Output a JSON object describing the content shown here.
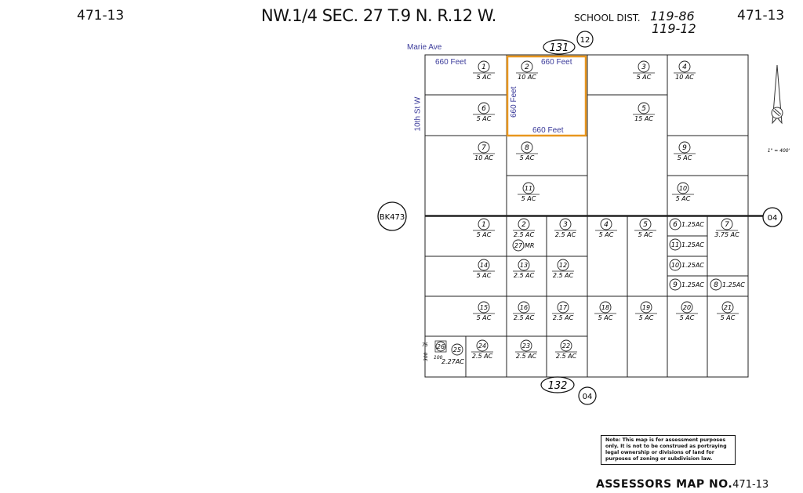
{
  "header": {
    "map_id_left": "471-13",
    "title": "NW.1/4 SEC. 27 T.9 N. R.12 W.",
    "school_dist_label": "SCHOOL DIST.",
    "school_dist_values": [
      "119-86",
      "119-12"
    ],
    "map_id_right": "471-13"
  },
  "labels": {
    "street_top": "Marie Ave",
    "street_left": "10th St W",
    "feet_top_left": "660 Feet",
    "feet_top_highlight": "660 Feet",
    "feet_side_highlight": "660 Feet",
    "feet_bottom_highlight": "660 Feet",
    "book_ref": "BK473",
    "ref_top_oval": "131",
    "ref_top_circle": "12",
    "ref_right_circle": "04",
    "ref_bottom_oval": "132",
    "ref_bottom_circle": "04",
    "scale": "1\" = 400'"
  },
  "colors": {
    "highlight": "#e8961e",
    "annotation": "#3a3a9a",
    "lines": "#222222"
  },
  "north_half_parcels": [
    {
      "num": "1",
      "area": "5 AC"
    },
    {
      "num": "2",
      "area": "10 AC",
      "highlighted": true
    },
    {
      "num": "3",
      "area": "5 AC"
    },
    {
      "num": "4",
      "area": "10 AC"
    },
    {
      "num": "5",
      "area": "15 AC"
    },
    {
      "num": "6",
      "area": "5 AC"
    },
    {
      "num": "7",
      "area": "10 AC"
    },
    {
      "num": "8",
      "area": "5 AC"
    },
    {
      "num": "9",
      "area": "5 AC"
    },
    {
      "num": "10",
      "area": "5 AC"
    },
    {
      "num": "11",
      "area": "5 AC"
    }
  ],
  "south_half_parcels": [
    {
      "num": "1",
      "area": "5 AC"
    },
    {
      "num": "2",
      "area": "2.5 AC"
    },
    {
      "num": "3",
      "area": "2.5 AC"
    },
    {
      "num": "4",
      "area": "5 AC"
    },
    {
      "num": "5",
      "area": "5 AC"
    },
    {
      "num": "6",
      "area": "1.25 AC"
    },
    {
      "num": "7",
      "area": "3.75 AC"
    },
    {
      "num": "8",
      "area": "1.25 AC"
    },
    {
      "num": "9",
      "area": "1.25 AC"
    },
    {
      "num": "10",
      "area": "1.25 AC"
    },
    {
      "num": "11",
      "area": "1.25 AC"
    },
    {
      "num": "12",
      "area": "2.5 AC"
    },
    {
      "num": "13",
      "area": "2.5 AC"
    },
    {
      "num": "14",
      "area": "5 AC"
    },
    {
      "num": "15",
      "area": "5 AC"
    },
    {
      "num": "16",
      "area": "2.5 AC"
    },
    {
      "num": "17",
      "area": "2.5 AC"
    },
    {
      "num": "18",
      "area": "5 AC"
    },
    {
      "num": "19",
      "area": "5 AC"
    },
    {
      "num": "20",
      "area": "5 AC"
    },
    {
      "num": "21",
      "area": "5 AC"
    },
    {
      "num": "22",
      "area": "2.5 AC"
    },
    {
      "num": "23",
      "area": "2.5 AC"
    },
    {
      "num": "24",
      "area": "2.5 AC"
    },
    {
      "num": "25",
      "area": "2.27 AC"
    },
    {
      "num": "26",
      "area": ""
    },
    {
      "num": "27",
      "area": "MR"
    }
  ],
  "small_dims": [
    "75",
    "100",
    "300"
  ],
  "note": "Note: This map is for assessment purposes only. It is not to be construed as portraying legal ownership or divisions of land for purposes of zoning or subdivision law.",
  "footer": {
    "label": "ASSESSORS MAP NO.",
    "number": "471-13"
  }
}
